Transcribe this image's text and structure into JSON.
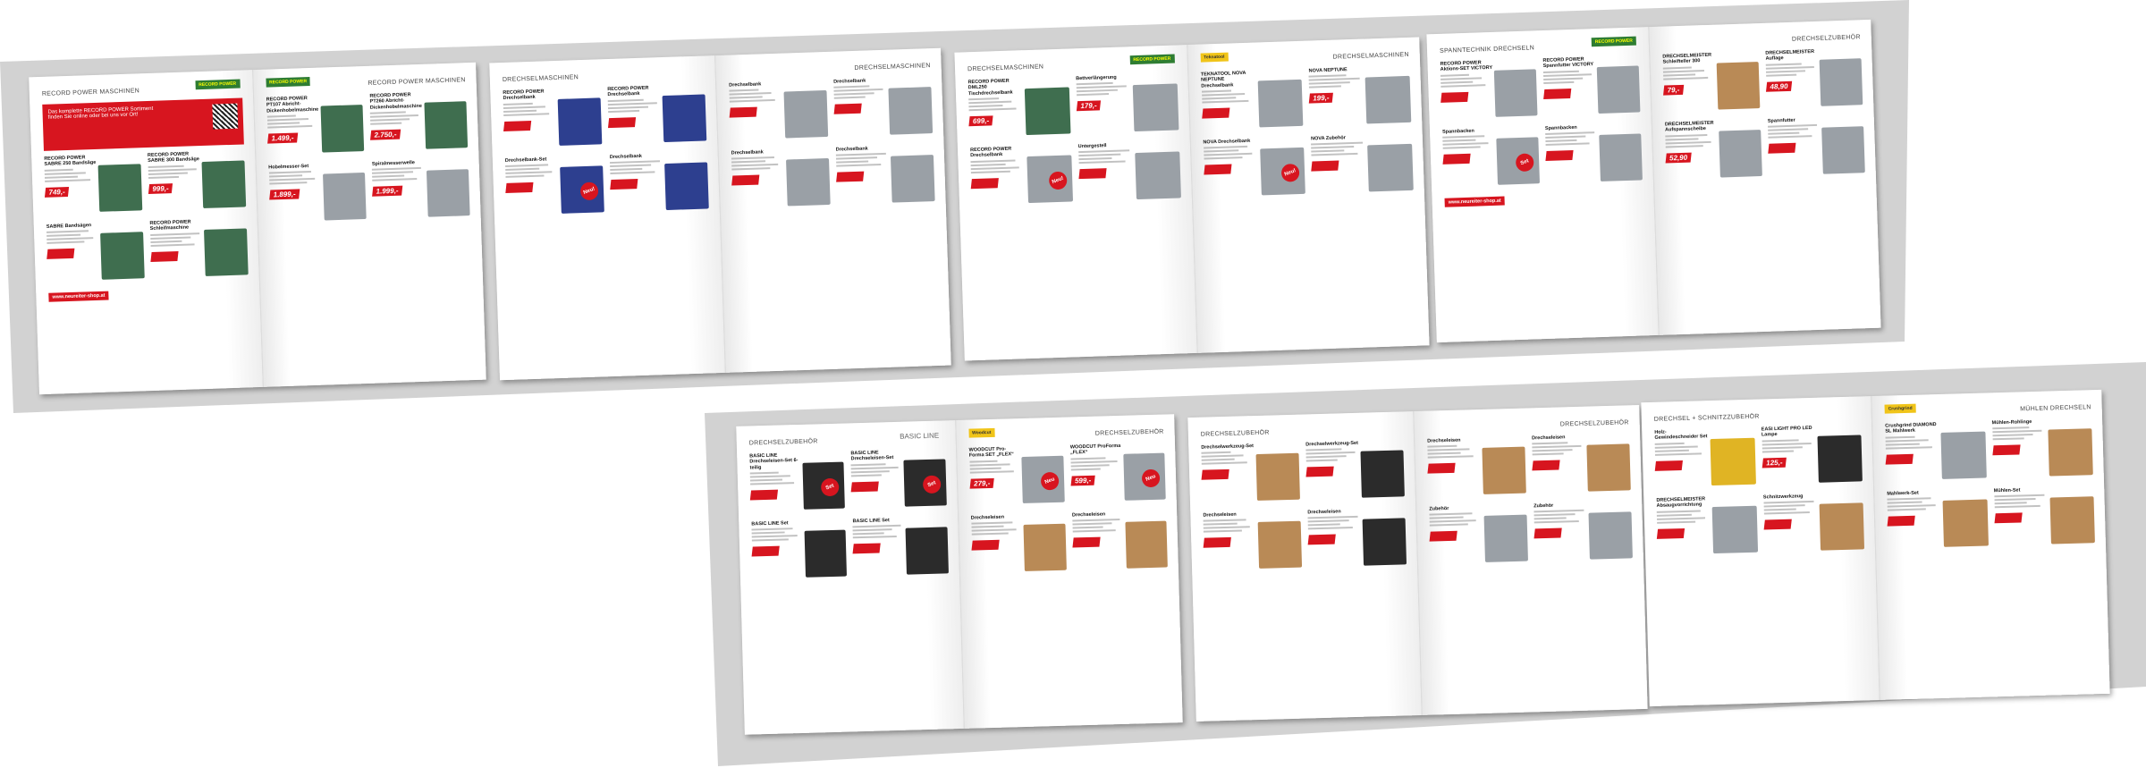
{
  "colors": {
    "band": "#d2d2d2",
    "accent": "#d7151f",
    "brand_green": "#2e7d32"
  },
  "spreads": [
    {
      "left": {
        "title": "RECORD POWER MASCHINEN",
        "brand": "RECORD POWER",
        "promo": "Das komplette RECORD POWER Sortiment finden Sie online oder bei uns vor Ort!",
        "url": "www.neureiter-shop.at",
        "products": [
          {
            "name": "RECORD POWER SABRE 250 Bandsäge",
            "price": "749,-",
            "img": "green"
          },
          {
            "name": "RECORD POWER SABRE 300 Bandsäge",
            "price": "999,-",
            "img": "green"
          },
          {
            "name": "SABRE Bandsägen",
            "price": "",
            "img": "green"
          },
          {
            "name": "RECORD POWER Schleifmaschine",
            "price": "",
            "img": "green"
          }
        ]
      },
      "right": {
        "title": "RECORD POWER MASCHINEN",
        "brand": "RECORD POWER",
        "products": [
          {
            "name": "RECORD POWER PT107 Abricht-Dickenhobelmaschine",
            "price": "1.499,-",
            "img": "green"
          },
          {
            "name": "RECORD POWER PT260 Abricht-Dickenhobelmaschine",
            "price": "2.750,-",
            "img": "green"
          },
          {
            "name": "Hobelmesser-Set",
            "price": "1.899,-",
            "img": "gray"
          },
          {
            "name": "Spiralmesserwelle",
            "price": "1.999,-",
            "img": "gray"
          }
        ]
      }
    },
    {
      "left": {
        "title": "DRECHSELMASCHINEN",
        "brand": "",
        "products": [
          {
            "name": "RECORD POWER Drechselbank",
            "price": "",
            "img": "blue"
          },
          {
            "name": "RECORD POWER Drechselbank",
            "price": "",
            "img": "blue"
          },
          {
            "name": "Drechselbank-Set",
            "price": "",
            "img": "blue",
            "badge": "Neu!"
          },
          {
            "name": "Drechselbank",
            "price": "",
            "img": "blue"
          }
        ]
      },
      "right": {
        "title": "DRECHSELMASCHINEN",
        "brand": "",
        "products": [
          {
            "name": "Drechselbank",
            "price": "",
            "img": "gray"
          },
          {
            "name": "Drechselbank",
            "price": "",
            "img": "gray"
          },
          {
            "name": "Drechselbank",
            "price": "",
            "img": "gray"
          },
          {
            "name": "Drechselbank",
            "price": "",
            "img": "gray"
          }
        ]
      }
    },
    {
      "left": {
        "title": "DRECHSELMASCHINEN",
        "brand": "RECORD POWER",
        "products": [
          {
            "name": "RECORD POWER DML250 Tischdrechselbank",
            "price": "699,-",
            "img": "green"
          },
          {
            "name": "Bettverlängerung",
            "price": "179,-",
            "img": "gray"
          },
          {
            "name": "RECORD POWER Drechselbank",
            "price": "",
            "img": "gray",
            "badge": "Neu!"
          },
          {
            "name": "Untergestell",
            "price": "",
            "img": "gray"
          }
        ]
      },
      "right": {
        "title": "DRECHSELMASCHINEN",
        "brand": "Teknatool",
        "products": [
          {
            "name": "TEKNATOOL NOVA NEPTUNE Drechselbank",
            "price": "",
            "img": "gray"
          },
          {
            "name": "NOVA NEPTUNE",
            "price": "199,-",
            "img": "gray"
          },
          {
            "name": "NOVA Drechselbank",
            "price": "",
            "img": "gray",
            "badge": "Neu!"
          },
          {
            "name": "NOVA Zubehör",
            "price": "",
            "img": "gray"
          }
        ]
      }
    },
    {
      "left": {
        "title": "SPANNTECHNIK DRECHSELN",
        "brand": "RECORD POWER",
        "url": "www.neureiter-shop.at",
        "products": [
          {
            "name": "RECORD POWER Aktions-SET VICTORY",
            "price": "",
            "img": "gray"
          },
          {
            "name": "RECORD POWER Spannfutter VICTORY",
            "price": "",
            "img": "gray"
          },
          {
            "name": "Spannbacken",
            "price": "",
            "img": "gray",
            "badge": "Set"
          },
          {
            "name": "Spannbacken",
            "price": "",
            "img": "gray"
          }
        ]
      },
      "right": {
        "title": "DRECHSELZUBEHÖR",
        "brand": "",
        "products": [
          {
            "name": "DRECHSELMEISTER Schleifteller 300",
            "price": "79,-",
            "img": "brown"
          },
          {
            "name": "DRECHSELMEISTER Auflage",
            "price": "48,90",
            "img": "gray"
          },
          {
            "name": "DRECHSELMEISTER Aufspannscheibe",
            "price": "52,90",
            "img": "gray"
          },
          {
            "name": "Spannfutter",
            "price": "",
            "img": "gray"
          }
        ]
      }
    },
    {
      "left": {
        "title": "DRECHSELZUBEHÖR",
        "brand": "BASIC LINE",
        "products": [
          {
            "name": "BASIC LINE Drechseleisen-Set 6-teilig",
            "price": "",
            "img": "dark",
            "badge": "Set"
          },
          {
            "name": "BASIC LINE Drechseleisen-Set",
            "price": "",
            "img": "dark",
            "badge": "Set"
          },
          {
            "name": "BASIC LINE Set",
            "price": "",
            "img": "dark"
          },
          {
            "name": "BASIC LINE Set",
            "price": "",
            "img": "dark"
          }
        ]
      },
      "right": {
        "title": "DRECHSELZUBEHÖR",
        "brand": "Woodcut",
        "products": [
          {
            "name": "WOODCUT Pro-Forma SET „FLEX“",
            "price": "279,-",
            "img": "gray",
            "badge": "Neu"
          },
          {
            "name": "WOODCUT ProForma „FLEX“",
            "price": "599,-",
            "img": "gray",
            "badge": "Neu"
          },
          {
            "name": "Drechseleisen",
            "price": "",
            "img": "brown"
          },
          {
            "name": "Drechseleisen",
            "price": "",
            "img": "brown"
          }
        ]
      }
    },
    {
      "left": {
        "title": "DRECHSELZUBEHÖR",
        "brand": "",
        "products": [
          {
            "name": "Drechselwerkzeug-Set",
            "price": "",
            "img": "brown"
          },
          {
            "name": "Drechselwerkzeug-Set",
            "price": "",
            "img": "dark"
          },
          {
            "name": "Drechseleisen",
            "price": "",
            "img": "brown"
          },
          {
            "name": "Drechseleisen",
            "price": "",
            "img": "dark"
          }
        ]
      },
      "right": {
        "title": "DRECHSELZUBEHÖR",
        "brand": "",
        "products": [
          {
            "name": "Drechseleisen",
            "price": "",
            "img": "brown"
          },
          {
            "name": "Drechseleisen",
            "price": "",
            "img": "brown"
          },
          {
            "name": "Zubehör",
            "price": "",
            "img": "gray"
          },
          {
            "name": "Zubehör",
            "price": "",
            "img": "gray"
          }
        ]
      }
    },
    {
      "left": {
        "title": "DRECHSEL + SCHNITZZUBEHÖR",
        "brand": "",
        "products": [
          {
            "name": "Holz-Gewindeschneider Set",
            "price": "",
            "img": "yellow"
          },
          {
            "name": "EASI LIGHT PRO LED Lampe",
            "price": "125,-",
            "img": "dark"
          },
          {
            "name": "DRECHSELMEISTER Absaugvorrichtung",
            "price": "",
            "img": "gray"
          },
          {
            "name": "Schnitzwerkzeug",
            "price": "",
            "img": "brown"
          }
        ]
      },
      "right": {
        "title": "MÜHLEN DRECHSELN",
        "brand": "Crushgrind",
        "products": [
          {
            "name": "Crushgrind DIAMOND SL Mahlwerk",
            "price": "",
            "img": "gray"
          },
          {
            "name": "Mühlen-Rohlinge",
            "price": "",
            "img": "brown"
          },
          {
            "name": "Mahlwerk-Set",
            "price": "",
            "img": "brown"
          },
          {
            "name": "Mühlen-Set",
            "price": "",
            "img": "brown"
          }
        ]
      }
    }
  ]
}
